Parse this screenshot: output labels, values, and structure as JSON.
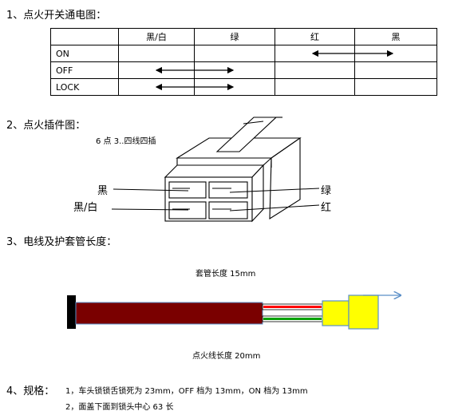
{
  "section1": {
    "title": "1、点火开关通电图："
  },
  "table": {
    "headers": [
      "",
      "黑/白",
      "绿",
      "红",
      "黑"
    ],
    "rows": [
      "ON",
      "OFF",
      "LOCK"
    ]
  },
  "section2": {
    "title": "2、点火插件图：",
    "caption": "6 点 3..四线四插",
    "left_labels": [
      "黑",
      "黑/白"
    ],
    "right_labels": [
      "绿",
      "红"
    ]
  },
  "section3": {
    "title": "3、电线及护套管长度：",
    "sleeve_label": "套管长度 15mm",
    "wire_label": "点火线长度 20mm",
    "colors": {
      "sleeve": "#7a0000",
      "plug": "#ffff00",
      "wire_red": "#ff0000",
      "wire_green": "#00a000",
      "cap": "#000000",
      "arrow": "#5b8fc7"
    }
  },
  "section4": {
    "title": "4、规格：",
    "lines": [
      "1，车头锁锁舌锁死为 23mm，OFF 档为 13mm，ON 档为 13mm",
      "2，面盖下面到锁头中心 63 长"
    ]
  }
}
